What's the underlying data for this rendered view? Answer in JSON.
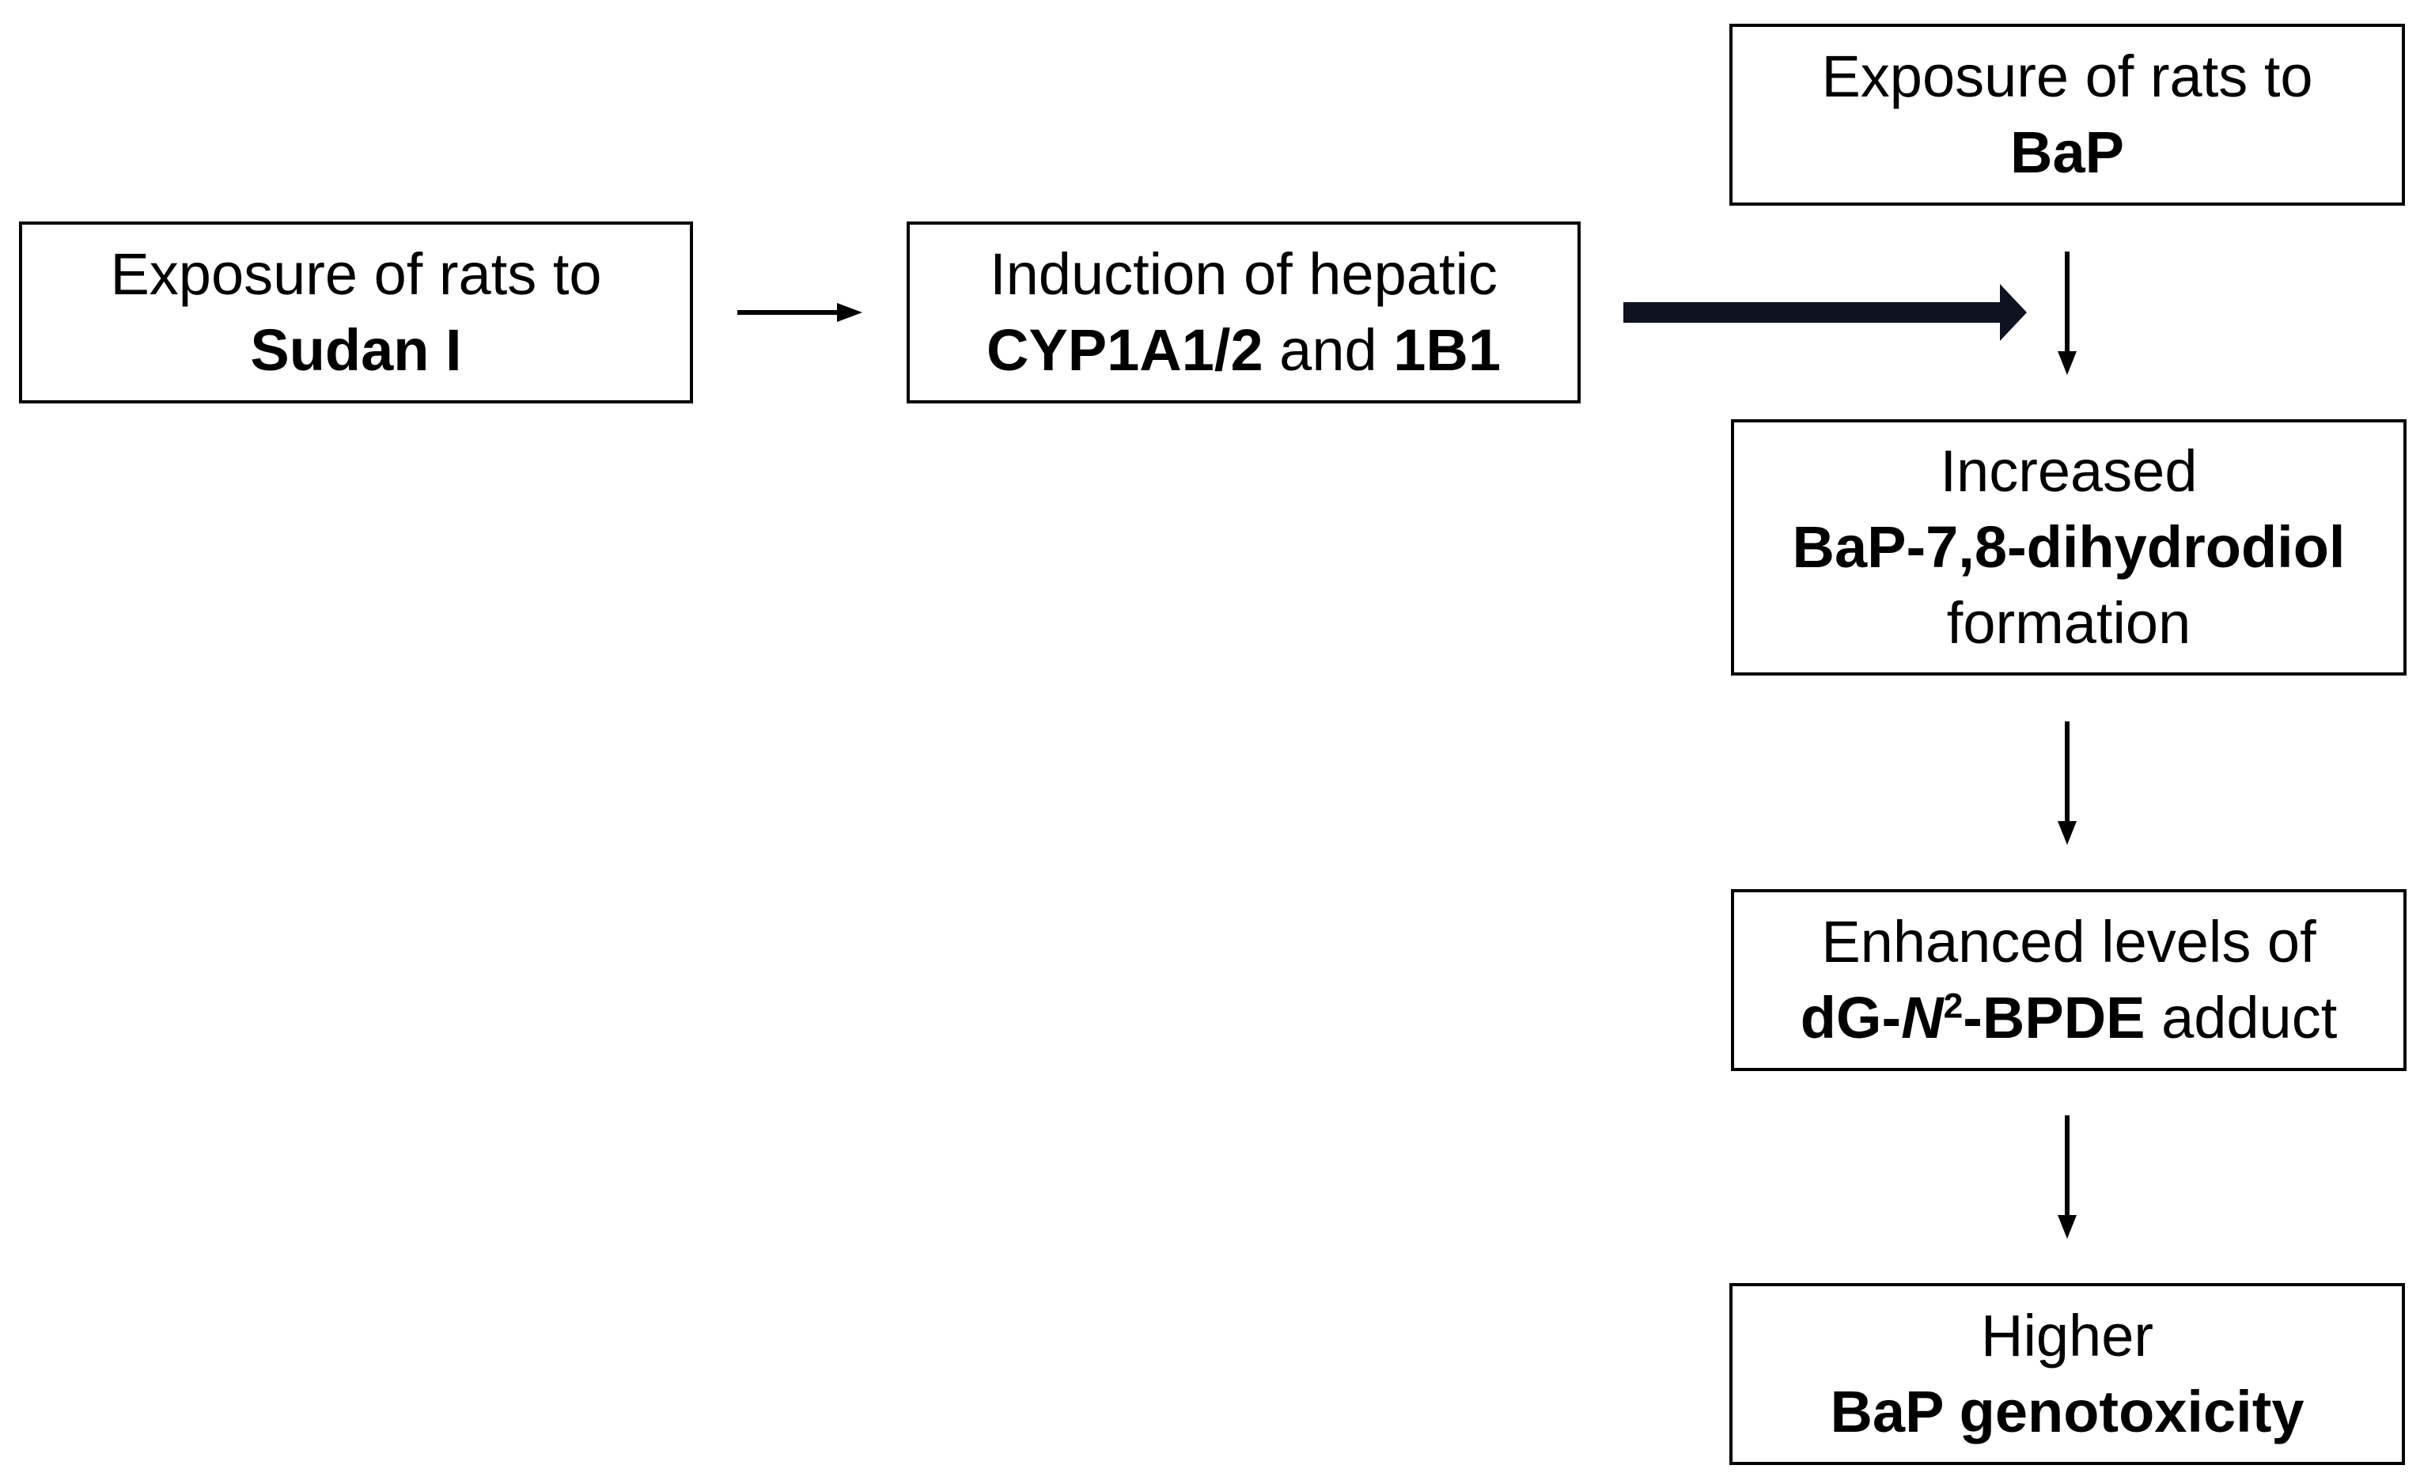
{
  "nodes": {
    "sudan": {
      "line1": "Exposure of rats to",
      "line2_bold": "Sudan I"
    },
    "induction": {
      "line1": "Induction of hepatic",
      "line2_bold_a": "CYP1A1/2",
      "line2_mid": " and ",
      "line2_bold_b": "1B1"
    },
    "bap": {
      "line1": "Exposure of rats to",
      "line2_bold": "BaP"
    },
    "dihydro": {
      "line1": "Increased",
      "line2_bold": "BaP-7,8-dihydrodiol",
      "line3": "formation"
    },
    "adduct": {
      "line1": "Enhanced levels of",
      "line2_bold_a": "dG-",
      "line2_bold_italic": "N",
      "line2_sup": "2",
      "line2_bold_b": "-BPDE",
      "line2_rest": " adduct"
    },
    "geno": {
      "line1": "Higher",
      "line2_bold": "BaP genotoxicity"
    }
  },
  "colors": {
    "box_border": "#000000",
    "text": "#000000",
    "thin_arrow": "#000000",
    "thick_arrow": "#0d1321"
  }
}
